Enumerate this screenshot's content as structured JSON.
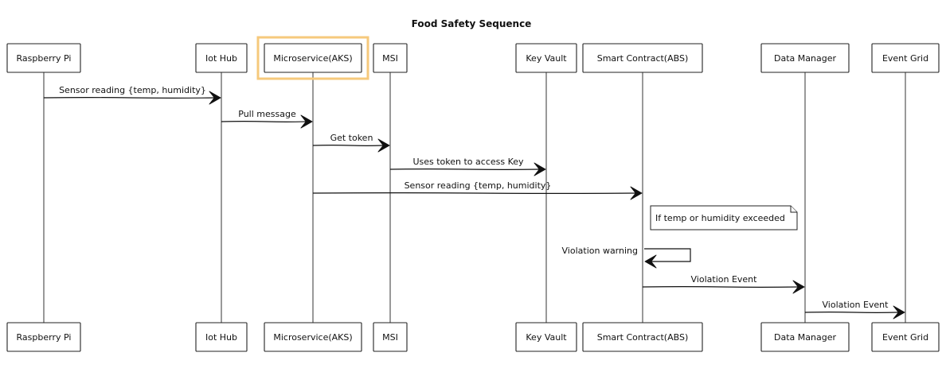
{
  "title": "Food Safety Sequence",
  "participants": [
    {
      "id": "rpi",
      "label": "Raspberry Pi"
    },
    {
      "id": "iothub",
      "label": "Iot Hub"
    },
    {
      "id": "micro",
      "label": "Microservice(AKS)"
    },
    {
      "id": "msi",
      "label": "MSI"
    },
    {
      "id": "kv",
      "label": "Key Vault"
    },
    {
      "id": "sc",
      "label": "Smart Contract(ABS)"
    },
    {
      "id": "dm",
      "label": "Data Manager"
    },
    {
      "id": "eg",
      "label": "Event Grid"
    }
  ],
  "highlighted_participant": "micro",
  "highlight_color": "#f6c97c",
  "messages": [
    {
      "from": "rpi",
      "to": "iothub",
      "label": "Sensor reading {temp, humidity}"
    },
    {
      "from": "iothub",
      "to": "micro",
      "label": "Pull message"
    },
    {
      "from": "micro",
      "to": "msi",
      "label": "Get token"
    },
    {
      "from": "msi",
      "to": "kv",
      "label": "Uses token to access Key"
    },
    {
      "from": "micro",
      "to": "sc",
      "label": "Sensor reading {temp, humidity}"
    },
    {
      "type": "note",
      "over": "sc",
      "label": "If temp or humidity exceeded"
    },
    {
      "from": "sc",
      "to": "sc",
      "label": "Violation warning"
    },
    {
      "from": "sc",
      "to": "dm",
      "label": "Violation Event"
    },
    {
      "from": "dm",
      "to": "eg",
      "label": "Violation Event"
    }
  ]
}
